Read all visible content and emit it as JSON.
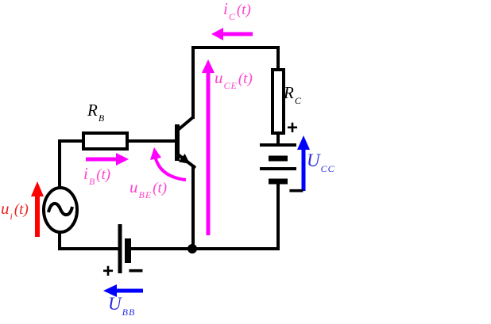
{
  "title": "Basic common-emitter transistor amplifier circuit",
  "colors": {
    "wire": "#000000",
    "magenta_arrow": "#ff00ff",
    "pink_label": "#ff44cc",
    "red_arrow": "#ff0000",
    "red_label": "#ee2222",
    "blue_arrow": "#0000ff",
    "blue_label": "#2b2bdd"
  },
  "labels": {
    "collector_current": {
      "base": "i",
      "sub": "C",
      "rest": "(t)"
    },
    "collector_emitter_voltage": {
      "base": "u",
      "sub": "CE",
      "rest": "(t)"
    },
    "base_emitter_voltage": {
      "base": "u",
      "sub": "BE",
      "rest": "(t)"
    },
    "base_current": {
      "base": "i",
      "sub": "B",
      "rest": "(t)"
    },
    "input_voltage": {
      "base": "u",
      "sub": "i",
      "rest": "(t)"
    },
    "base_resistor": {
      "base": "R",
      "sub": "B",
      "rest": ""
    },
    "collector_resistor": {
      "base": "R",
      "sub": "C",
      "rest": ""
    },
    "collector_supply": {
      "base": "U",
      "sub": "CC",
      "rest": ""
    },
    "base_supply": {
      "base": "U",
      "sub": "BB",
      "rest": ""
    },
    "rc_plus": "+",
    "ucc_minus": "−",
    "ubb_plus": "+",
    "ubb_minus": "−"
  }
}
